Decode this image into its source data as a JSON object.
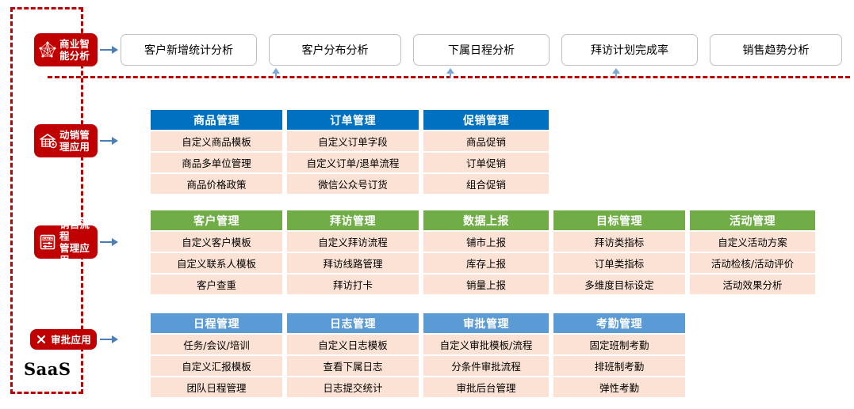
{
  "platform": {
    "label": "SaaS",
    "container_name": "saas-dashed-container"
  },
  "colors": {
    "brand_red": "#C00000",
    "header_blue": "#0070C0",
    "header_green": "#70AD47",
    "header_light_blue": "#5B9BD5",
    "cell_peach": "#FBE2D5",
    "arrow_blue": "#4A7EBB"
  },
  "categories": [
    {
      "id": "bi",
      "tag_label": "商业智\n能分析",
      "icon": "network-graph-icon",
      "type": "pills",
      "items": [
        "客户新增统计分析",
        "客户分布分析",
        "下属日程分析",
        "拜访计划完成率",
        "销售趋势分析"
      ]
    },
    {
      "id": "dongxiao",
      "tag_label": "动销管\n理应用",
      "icon": "store-house-icon",
      "type": "columns",
      "header_style": "blue",
      "columns": [
        {
          "header": "商品管理",
          "cells": [
            "自定义商品模板",
            "商品多单位管理",
            "商品价格政策"
          ]
        },
        {
          "header": "订单管理",
          "cells": [
            "自定义订单字段",
            "自定义订单/退单流程",
            "微信公众号订货"
          ]
        },
        {
          "header": "促销管理",
          "cells": [
            "商品促销",
            "订单促销",
            "组合促销"
          ]
        }
      ]
    },
    {
      "id": "sales-process",
      "tag_label": "销售流程\n管理应用",
      "icon": "sale-board-icon",
      "type": "columns",
      "header_style": "green",
      "columns": [
        {
          "header": "客户管理",
          "cells": [
            "自定义客户模板",
            "自定义联系人模板",
            "客户查重"
          ]
        },
        {
          "header": "拜访管理",
          "cells": [
            "自定义拜访流程",
            "拜访线路管理",
            "拜访打卡"
          ]
        },
        {
          "header": "数据上报",
          "cells": [
            "铺市上报",
            "库存上报",
            "销量上报"
          ]
        },
        {
          "header": "目标管理",
          "cells": [
            "拜访类指标",
            "订单类指标",
            "多维度目标设定"
          ]
        },
        {
          "header": "活动管理",
          "cells": [
            "自定义活动方案",
            "活动检核/活动评价",
            "活动效果分析"
          ]
        }
      ]
    },
    {
      "id": "approval",
      "tag_label": "审批应用",
      "icon": "cross-check-icon",
      "type": "columns",
      "header_style": "lblue",
      "columns": [
        {
          "header": "日程管理",
          "cells": [
            "任务/会议/培训",
            "自定义汇报模板",
            "团队日程管理"
          ]
        },
        {
          "header": "日志管理",
          "cells": [
            "自定义日志模板",
            "查看下属日志",
            "日志提交统计"
          ]
        },
        {
          "header": "审批管理",
          "cells": [
            "自定义审批模板/流程",
            "分条件审批流程",
            "审批后台管理"
          ]
        },
        {
          "header": "考勤管理",
          "cells": [
            "固定班制考勤",
            "排班制考勤",
            "弹性考勤"
          ]
        }
      ]
    }
  ]
}
